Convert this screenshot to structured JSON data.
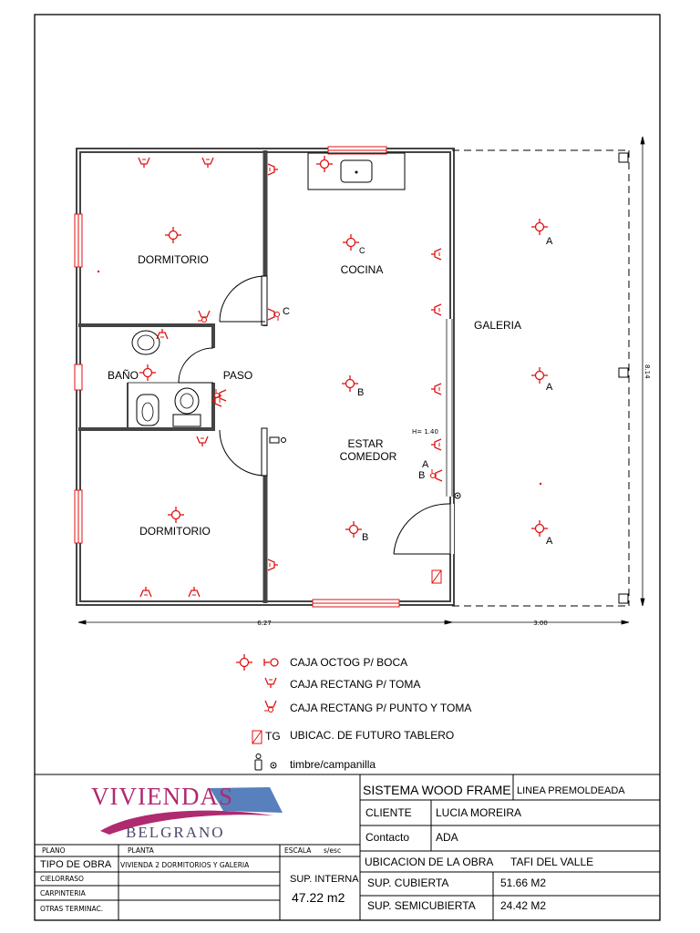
{
  "rooms": {
    "dormitorio_1": "DORMITORIO",
    "dormitorio_2": "DORMITORIO",
    "cocina": "COCINA",
    "galeria": "GALERIA",
    "bano": "BAÑO",
    "paso": "PASO",
    "estar_1": "ESTAR",
    "estar_2": "COMEDOR"
  },
  "marks": {
    "c": "C",
    "c_cap": "C",
    "a": "A",
    "b": "B",
    "h_label": "H= 1.40"
  },
  "dimensions": {
    "width_main": "6.27",
    "width_galeria": "3.00",
    "height": "8.14"
  },
  "legend": {
    "caja_octog": "CAJA OCTOG P/ BOCA",
    "caja_rect_toma": "CAJA RECTANG P/ TOMA",
    "caja_rect_punto": "CAJA RECTANG P/ PUNTO Y TOMA",
    "tg_code": "TG",
    "tablero": "UBICAC. DE FUTURO TABLERO",
    "timbre": "timbre/campanilla"
  },
  "title_block": {
    "brand_line1": "VIVIENDAS",
    "brand_line2": "BELGRANO",
    "sistema": "SISTEMA WOOD FRAME",
    "linea": "LINEA PREMOLDEADA",
    "cliente_label": "CLIENTE",
    "cliente_value": "LUCIA MOREIRA",
    "contacto_label": "Contacto",
    "contacto_value": "ADA",
    "plano_label": "PLANO",
    "plano_value": "PLANTA",
    "escala_label": "ESCALA",
    "escala_value": "s/esc",
    "tipo_label": "TIPO DE OBRA",
    "tipo_value": "VIVIENDA 2 DORMITORIOS Y GALERIA",
    "cielorraso_label": "CIELORRASO",
    "carpinteria_label": "CARPINTERIA",
    "otras_label": "OTRAS TERMINAC.",
    "sup_interna_label": "SUP. INTERNA",
    "sup_interna_value": "47.22 m2",
    "ubicacion_label": "UBICACION DE LA OBRA",
    "ubicacion_value": "TAFI DEL VALLE",
    "sup_cubierta_label": "SUP. CUBIERTA",
    "sup_cubierta_value": "51.66 M2",
    "sup_semi_label": "SUP. SEMICUBIERTA",
    "sup_semi_value": "24.42 M2"
  },
  "colors": {
    "symbol": "#e01010",
    "wall": "#444444",
    "brand_purple": "#b02a70",
    "brand_blue": "#3a6ab0"
  }
}
